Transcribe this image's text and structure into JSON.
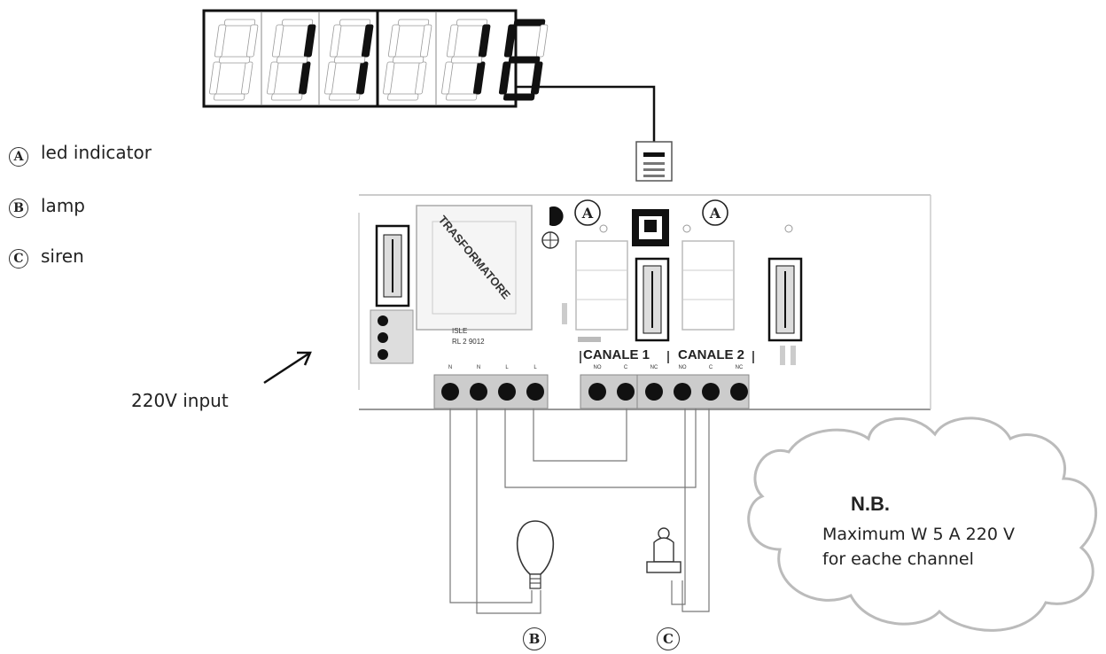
{
  "display": {
    "digits": [
      "",
      "1",
      "1",
      "",
      "1",
      "6"
    ]
  },
  "legend": [
    {
      "badge": "A",
      "text": "led indicator"
    },
    {
      "badge": "B",
      "text": "lamp"
    },
    {
      "badge": "C",
      "text": "siren"
    }
  ],
  "input_label": "220V input",
  "board": {
    "transformer_label": "TRASFORMATORE",
    "model_line1": "ISLE",
    "model_line2": "RL 2  9012",
    "channel1_label": "CANALE 1",
    "channel2_label": "CANALE 2",
    "led_badge": "A",
    "power_pins": [
      "N",
      "N",
      "L",
      "L"
    ],
    "relay_pins": [
      "NO",
      "C",
      "NC",
      "NO",
      "C",
      "NC"
    ]
  },
  "load_badges": {
    "lamp": "B",
    "siren": "C"
  },
  "note": {
    "title": "N.B.",
    "line1": "Maximum W 5 A 220 V",
    "line2": "for eache channel"
  }
}
